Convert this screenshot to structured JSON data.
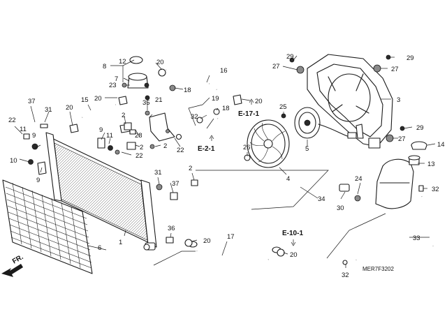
{
  "diagram": {
    "part_code": "MER7F3202",
    "direction_label": "FR.",
    "references": {
      "e17": "E-17-1",
      "e21": "E-2-1",
      "e101": "E-10-1"
    },
    "callouts": {
      "c1": "1",
      "c2a": "2",
      "c2b": "2",
      "c2c": "2",
      "c2d": "2",
      "c3": "3",
      "c4": "4",
      "c5": "5",
      "c6": "6",
      "c7": "7",
      "c8": "8",
      "c9a": "9",
      "c9b": "9",
      "c9c": "9",
      "c10": "10",
      "c11a": "11",
      "c11b": "11",
      "c12": "12",
      "c13": "13",
      "c14": "14",
      "c15": "15",
      "c16": "16",
      "c17": "17",
      "c18a": "18",
      "c18b": "18",
      "c19": "19",
      "c20a": "20",
      "c20b": "20",
      "c20c": "20",
      "c20d": "20",
      "c20e": "20",
      "c20f": "20",
      "c21": "21",
      "c22a": "22",
      "c22b": "22",
      "c22c": "22",
      "c23": "23",
      "c24": "24",
      "c25": "25",
      "c26": "26",
      "c27a": "27",
      "c27b": "27",
      "c27c": "27",
      "c28": "28",
      "c29a": "29",
      "c29b": "29",
      "c29c": "29",
      "c30": "30",
      "c31a": "31",
      "c31b": "31",
      "c32a": "32",
      "c32b": "32",
      "c32c": "32",
      "c33": "33",
      "c34": "34",
      "c35": "35",
      "c36": "36",
      "c37a": "37",
      "c37b": "37"
    }
  }
}
